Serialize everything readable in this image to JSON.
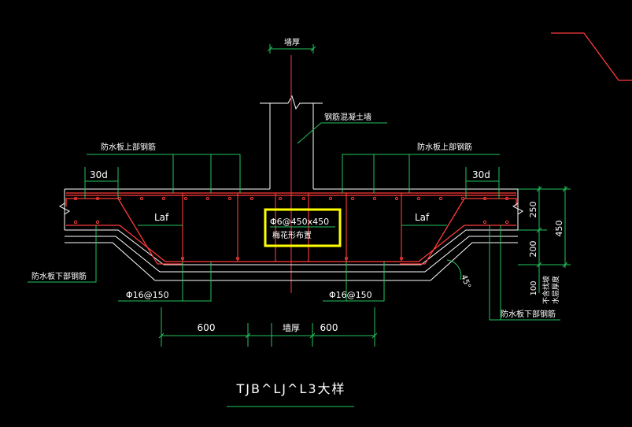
{
  "labels": {
    "wall_thickness_top": "墙厚",
    "concrete_wall": "钢筋混凝土墙",
    "top_rebar_left": "防水板上部钢筋",
    "top_rebar_right": "防水板上部钢筋",
    "lap_left": "30d",
    "lap_right": "30d",
    "laf_left": "Laf",
    "laf_right": "Laf",
    "stirrup_spec": "Φ6@450x450",
    "stirrup_note": "梅花形布置",
    "bottom_rebar_left": "防水板下部钢筋",
    "bottom_rebar_right": "防水板下部钢筋",
    "bar_left": "Φ16@150",
    "bar_right": "Φ16@150",
    "dim_600_left": "600",
    "wall_thickness_bottom": "墙厚",
    "dim_600_right": "600",
    "dim_250": "250",
    "dim_200": "200",
    "dim_450": "450",
    "dim_100": "100",
    "note_waterproof_1": "不含找坡",
    "note_waterproof_2": "水层厚度",
    "angle": "45°",
    "title": "TJB^LJ^L3大样"
  },
  "colors": {
    "background": "#000000",
    "rebar": "#ff3b3b",
    "dimension": "#22c55e",
    "outline": "#ffffff",
    "highlight": "#ffff00"
  }
}
